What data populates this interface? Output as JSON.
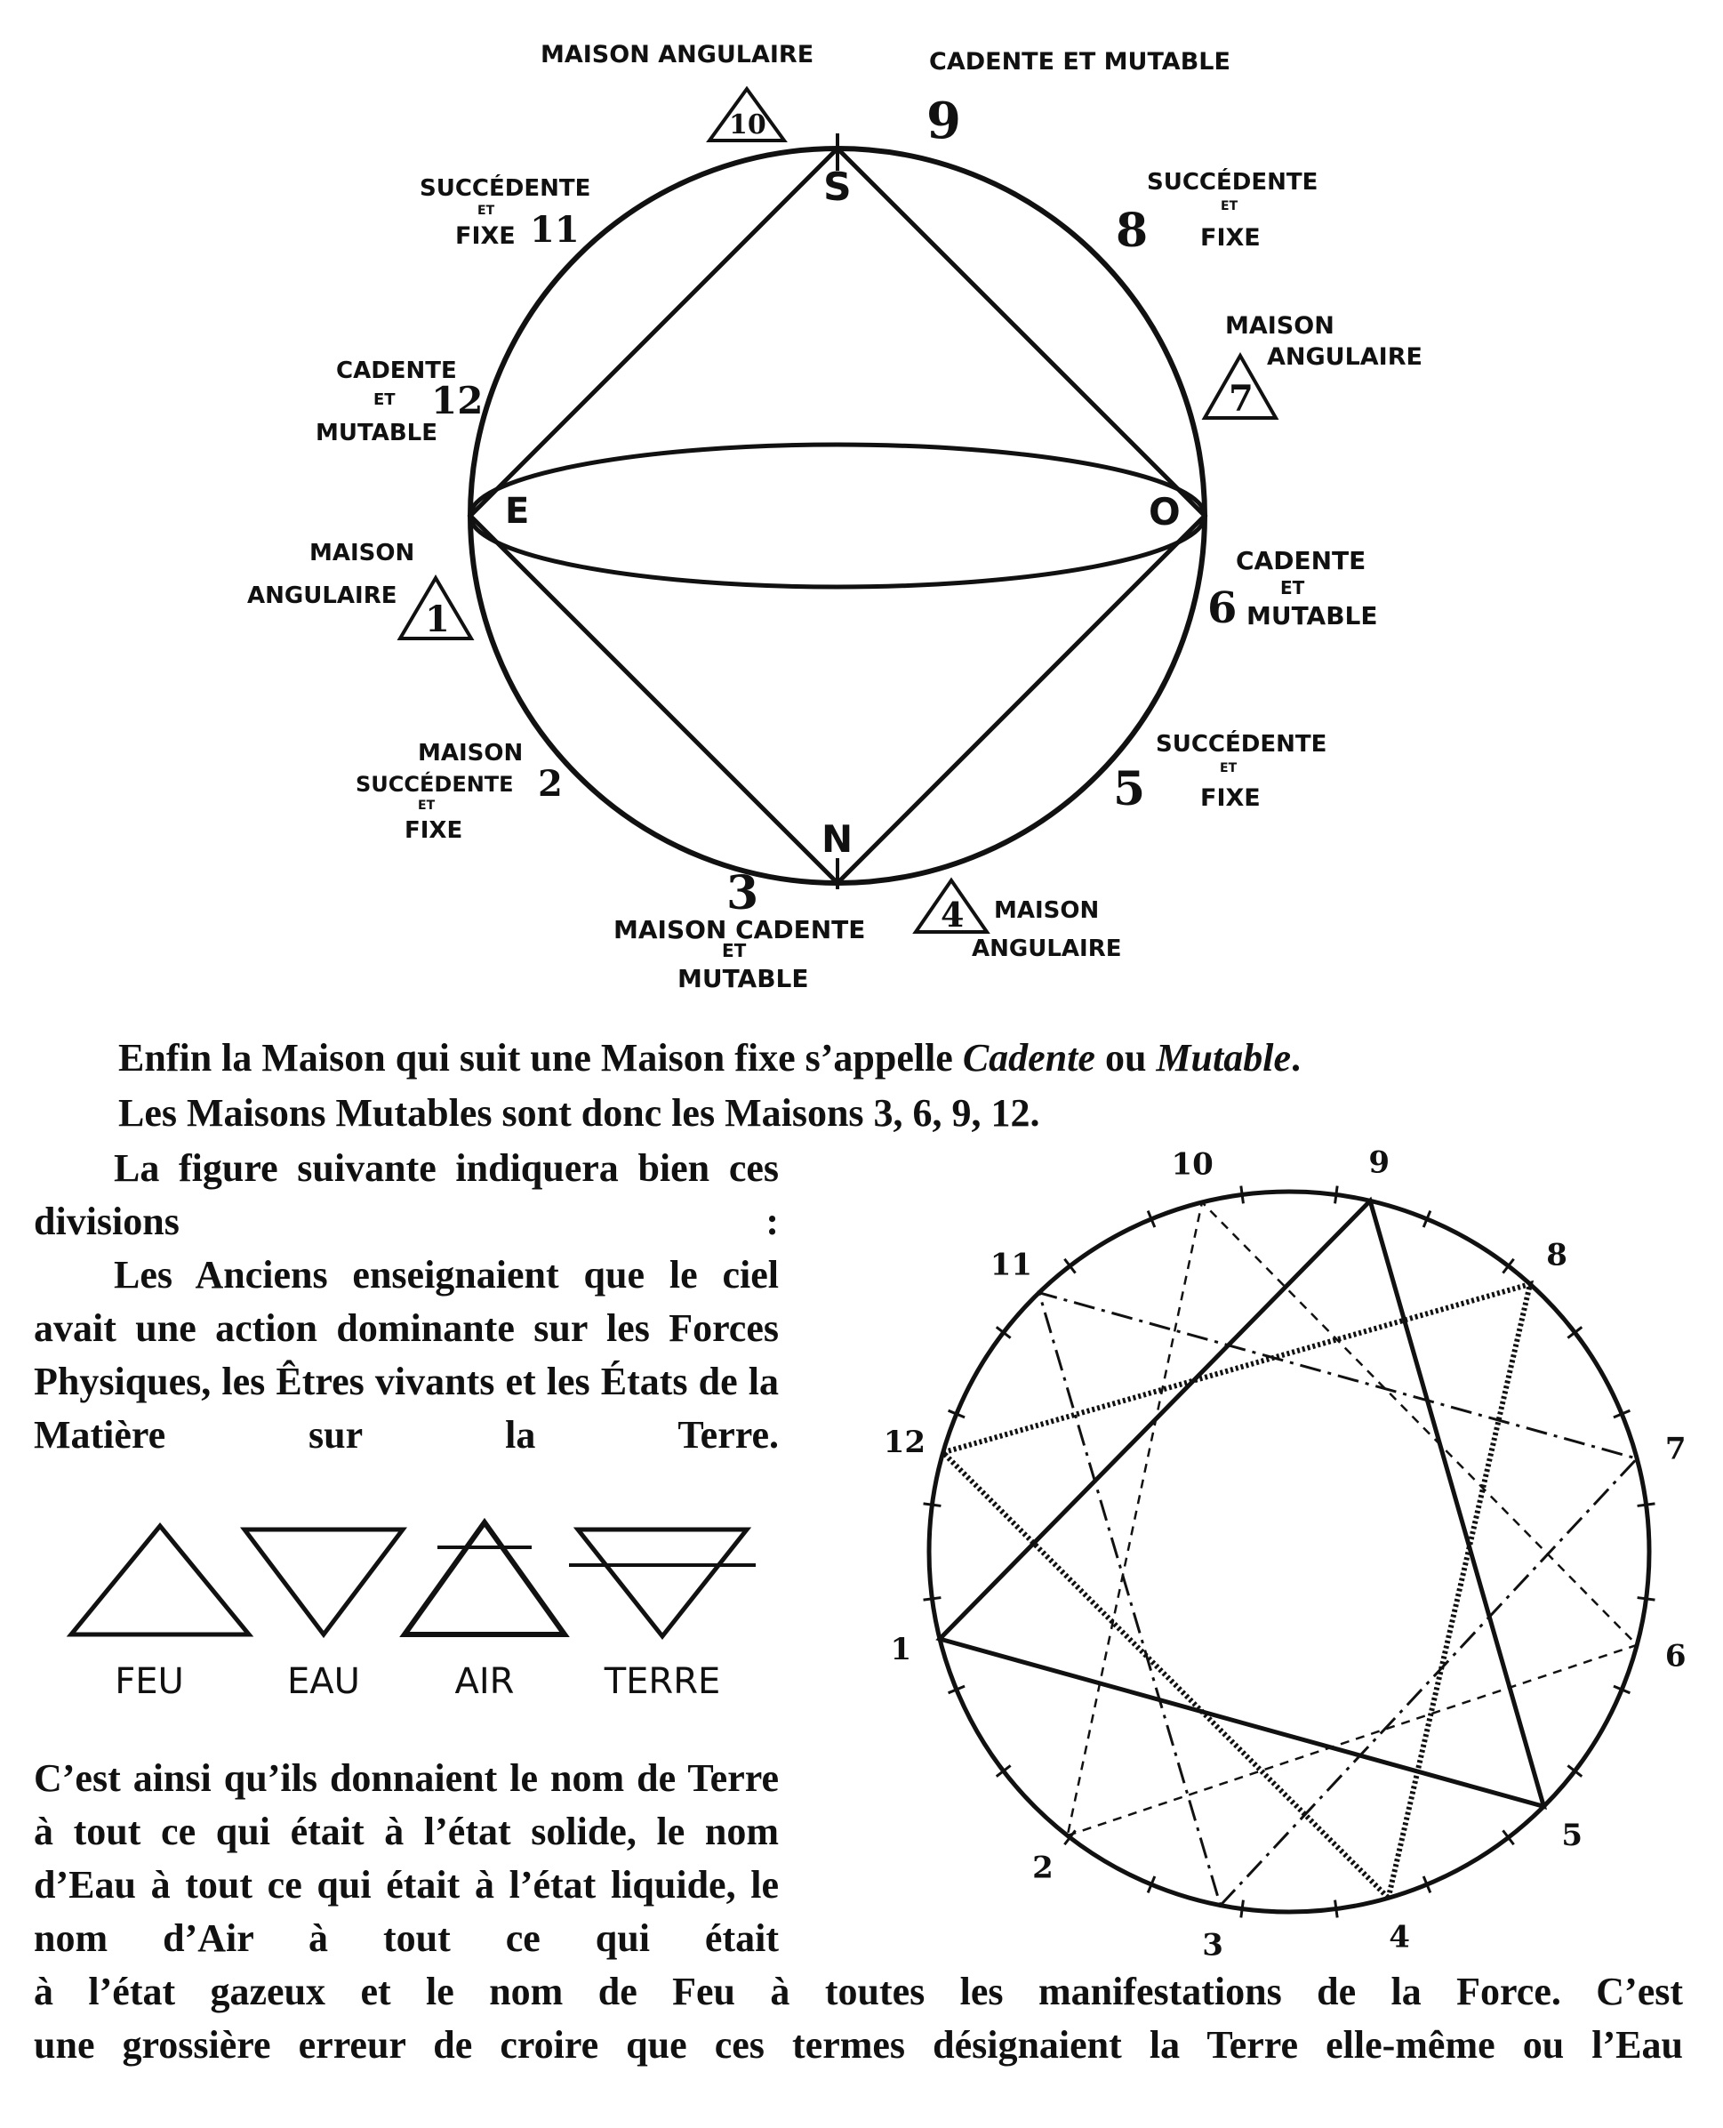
{
  "houses_diagram": {
    "poles": {
      "south": "S",
      "north": "N",
      "east": "E",
      "west": "O"
    },
    "houses": [
      {
        "number": "1",
        "lines": [
          "MAISON",
          "ANGULAIRE"
        ],
        "triangle": true
      },
      {
        "number": "2",
        "lines": [
          "MAISON",
          "SUCCÉDENTE",
          "ET",
          "FIXE"
        ],
        "triangle": false
      },
      {
        "number": "3",
        "lines": [
          "MAISON CADENTE",
          "ET",
          "MUTABLE"
        ],
        "triangle": false
      },
      {
        "number": "4",
        "lines": [
          "MAISON",
          "ANGULAIRE"
        ],
        "triangle": true
      },
      {
        "number": "5",
        "lines": [
          "SUCCÉDENTE",
          "ET",
          "FIXE"
        ],
        "triangle": false
      },
      {
        "number": "6",
        "lines": [
          "CADENTE",
          "ET",
          "MUTABLE"
        ],
        "triangle": false
      },
      {
        "number": "7",
        "lines": [
          "MAISON",
          "ANGULAIRE"
        ],
        "triangle": true
      },
      {
        "number": "8",
        "lines": [
          "SUCCÉDENTE",
          "ET",
          "FIXE"
        ],
        "triangle": false
      },
      {
        "number": "9",
        "lines": [
          "CADENTE ET MUTABLE"
        ],
        "triangle": false
      },
      {
        "number": "10",
        "lines": [
          "MAISON ANGULAIRE"
        ],
        "triangle": true
      },
      {
        "number": "11",
        "lines": [
          "SUCCÉDENTE",
          "ET",
          "FIXE"
        ],
        "triangle": false
      },
      {
        "number": "12",
        "lines": [
          "CADENTE",
          "ET",
          "MUTABLE"
        ],
        "triangle": false
      }
    ]
  },
  "text": {
    "p1_before": "Enfin la Maison qui suit une Maison fixe s’appelle ",
    "p1_em1": "Cadente",
    "p1_mid": " ou ",
    "p1_em2": "Mutable",
    "p1_end": ".",
    "p2": "Les Maisons Mutables sont donc les Maisons 3, 6, 9, 12.",
    "p3": "La figure suivante indiquera bien ces divisions :",
    "p4": "Les Anciens enseignaient que le ciel avait une action dominante sur les Forces Physiques, les Êtres vivants et les États de la Matière sur la Terre.",
    "p5": "C’est ainsi qu’ils donnaient le nom de Terre à tout ce qui était à l’état solide, le nom d’Eau à tout ce qui était à l’état liquide, le nom d’Air à tout ce qui était",
    "p6_line1": "à l’état gazeux et le nom de Feu à toutes les manifestations de la Force. C’est",
    "p6_line2": "une grossière erreur de croire que ces termes désignaient la Terre elle-même ou l’Eau"
  },
  "elements": [
    {
      "symbol": "fire-triangle",
      "label": "FEU"
    },
    {
      "symbol": "water-triangle",
      "label": "EAU"
    },
    {
      "symbol": "air-triangle",
      "label": "AIR"
    },
    {
      "symbol": "earth-triangle",
      "label": "TERRE"
    }
  ],
  "star_diagram": {
    "numbers": [
      "1",
      "2",
      "3",
      "4",
      "5",
      "6",
      "7",
      "8",
      "9",
      "10",
      "11",
      "12"
    ]
  }
}
